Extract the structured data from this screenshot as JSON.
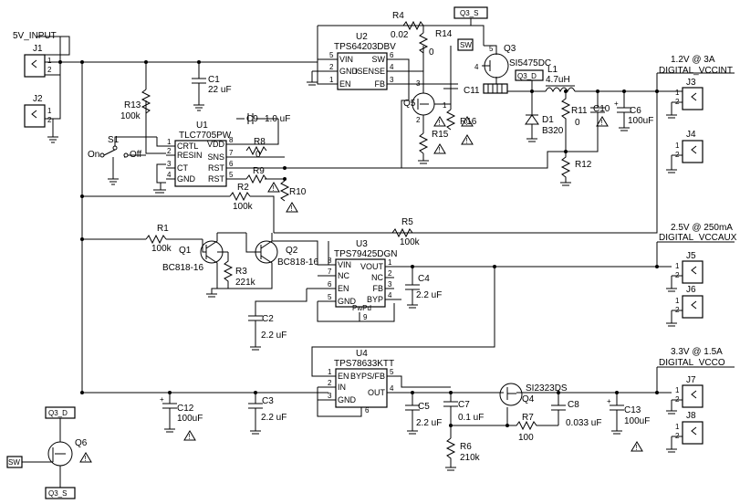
{
  "nets": {
    "input": "5V_INPUT",
    "vccint_rating": "1.2V @ 3A",
    "vccint": "DIGITAL_VCCINT",
    "vccaux_rating": "2.5V @ 250mA",
    "vccaux": "DIGITAL_VCCAUX",
    "vcco_rating": "3.3V @ 1.5A",
    "vcco": "DIGITAL_VCCO",
    "q3s": "Q3_S",
    "q3d": "Q3_D",
    "sw": "SW"
  },
  "connectors": {
    "j1": "J1",
    "j2": "J2",
    "j3": "J3",
    "j4": "J4",
    "j5": "J5",
    "j6": "J6",
    "j7": "J7",
    "j8": "J8",
    "pin1": "1",
    "pin2": "2"
  },
  "switch": {
    "ref": "S1",
    "on": "On",
    "off": "Off"
  },
  "ics": {
    "u1": {
      "ref": "U1",
      "part": "TLC7705PW",
      "pins_left": [
        "CRTL",
        "RESIN",
        "CT",
        "GND"
      ],
      "nums_left": [
        "1",
        "2",
        "3",
        "4"
      ],
      "pins_right": [
        "VDD",
        "SNS",
        "RST",
        "RST"
      ],
      "nums_right": [
        "8",
        "7",
        "6",
        "5"
      ]
    },
    "u2": {
      "ref": "U2",
      "part": "TPS64203DBV",
      "pins_left": [
        "VIN",
        "GND",
        "EN"
      ],
      "nums_left": [
        "5",
        "2",
        "1"
      ],
      "pins_right": [
        "SW",
        "ISENSE",
        "FB"
      ],
      "nums_right": [
        "6",
        "4",
        "3"
      ]
    },
    "u3": {
      "ref": "U3",
      "part": "TPS79425DGN",
      "pins_left": [
        "VIN",
        "NC",
        "EN",
        "GND"
      ],
      "nums_left": [
        "8",
        "7",
        "6",
        "5"
      ],
      "pins_right": [
        "VOUT",
        "NC",
        "FB",
        "BYP"
      ],
      "nums_right": [
        "1",
        "2",
        "3",
        "4"
      ],
      "pad": "PwPd",
      "pad_num": "9"
    },
    "u4": {
      "ref": "U4",
      "part": "TPS78633KTT",
      "pins_left": [
        "EN",
        "IN",
        "GND"
      ],
      "nums_left": [
        "1",
        "2",
        "3"
      ],
      "pins_right": [
        "BYPS/FB",
        "OUT"
      ],
      "nums_right": [
        "5",
        "4"
      ],
      "gnd_num": "6"
    }
  },
  "transistors": {
    "q1": {
      "ref": "Q1",
      "part": "BC818-16"
    },
    "q2": {
      "ref": "Q2",
      "part": "BC818-16"
    },
    "q3": {
      "ref": "Q3",
      "part": "SI5475DC"
    },
    "q4": {
      "ref": "Q4",
      "part": "SI2323DS"
    },
    "q5": {
      "ref": "Q5"
    },
    "q6": {
      "ref": "Q6"
    }
  },
  "resistors": {
    "r1": {
      "ref": "R1",
      "value": "100k"
    },
    "r2": {
      "ref": "R2",
      "value": "100k"
    },
    "r3": {
      "ref": "R3",
      "value": "221k"
    },
    "r4": {
      "ref": "R4",
      "value": "0.02"
    },
    "r5": {
      "ref": "R5",
      "value": "100k"
    },
    "r6": {
      "ref": "R6",
      "value": "210k"
    },
    "r7": {
      "ref": "R7",
      "value": "100"
    },
    "r8": {
      "ref": "R8",
      "value": "0"
    },
    "r9": {
      "ref": "R9"
    },
    "r10": {
      "ref": "R10"
    },
    "r11": {
      "ref": "R11",
      "value": "0"
    },
    "r12": {
      "ref": "R12"
    },
    "r13": {
      "ref": "R13",
      "value": "100k"
    },
    "r14": {
      "ref": "R14",
      "value": "0"
    },
    "r15": {
      "ref": "R15"
    },
    "r16": {
      "ref": "R16"
    }
  },
  "capacitors": {
    "c1": {
      "ref": "C1",
      "value": "22 uF"
    },
    "c2": {
      "ref": "C2",
      "value": "2.2 uF"
    },
    "c3": {
      "ref": "C3",
      "value": "2.2 uF"
    },
    "c4": {
      "ref": "C4",
      "value": "2.2 uF"
    },
    "c5": {
      "ref": "C5",
      "value": "2.2 uF"
    },
    "c6": {
      "ref": "C6",
      "value": "100uF"
    },
    "c7": {
      "ref": "C7",
      "value": "0.1 uF"
    },
    "c8": {
      "ref": "C8",
      "value": "0.033 uF"
    },
    "c9": {
      "ref": "C9",
      "value": "1.0 uF"
    },
    "c10": {
      "ref": "C10"
    },
    "c11": {
      "ref": "C11"
    },
    "c12": {
      "ref": "C12",
      "value": "100uF"
    },
    "c13": {
      "ref": "C13",
      "value": "100uF"
    }
  },
  "inductor": {
    "ref": "L1",
    "value": "4.7uH"
  },
  "diode": {
    "ref": "D1",
    "part": "B320"
  },
  "pin_numbers": {
    "one": "1",
    "two": "2",
    "three": "3",
    "four": "4",
    "five": "5"
  },
  "warn_mark": "!"
}
